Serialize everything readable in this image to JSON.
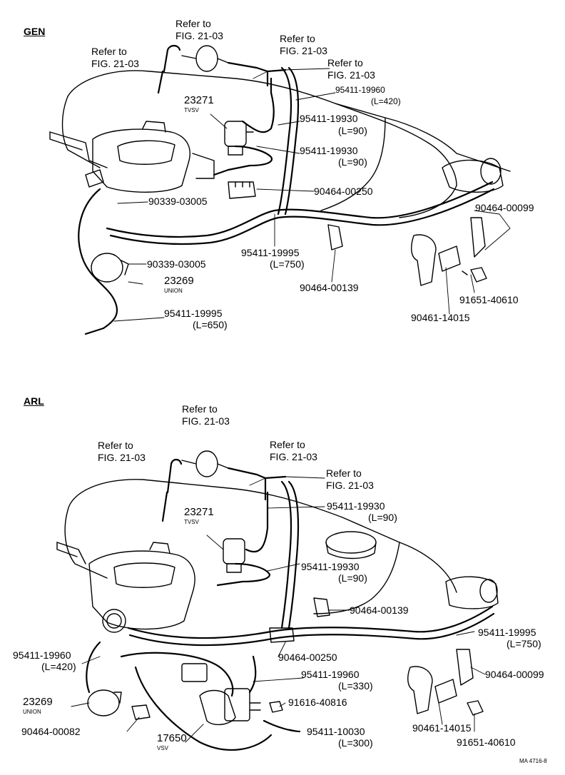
{
  "sections": {
    "gen": {
      "header": "GEN",
      "refer": [
        {
          "l1": "Refer to",
          "l2": "FIG. 21-03"
        },
        {
          "l1": "Refer to",
          "l2": "FIG. 21-03"
        },
        {
          "l1": "Refer to",
          "l2": "FIG. 21-03"
        },
        {
          "l1": "Refer to",
          "l2": "FIG. 21-03"
        }
      ],
      "tvsv_part": "23271",
      "tvsv_label": "TVSV",
      "union_part": "23269",
      "union_label": "UNION",
      "parts": {
        "p95411_19960": "95411-19960",
        "p95411_19960_len": "(L=420)",
        "p95411_19930a": "95411-19930",
        "p95411_19930a_len": "(L=90)",
        "p95411_19930b": "95411-19930",
        "p95411_19930b_len": "(L=90)",
        "p90464_00250": "90464-00250",
        "p90339_03005a": "90339-03005",
        "p90339_03005b": "90339-03005",
        "p95411_19995a": "95411-19995",
        "p95411_19995a_len": "(L=750)",
        "p95411_19995b": "95411-19995",
        "p95411_19995b_len": "(L=650)",
        "p90464_00139": "90464-00139",
        "p90464_00099": "90464-00099",
        "p91651_40610": "91651-40610",
        "p90461_14015": "90461-14015"
      }
    },
    "arl": {
      "header": "ARL",
      "refer": [
        {
          "l1": "Refer to",
          "l2": "FIG. 21-03"
        },
        {
          "l1": "Refer to",
          "l2": "FIG. 21-03"
        },
        {
          "l1": "Refer to",
          "l2": "FIG. 21-03"
        },
        {
          "l1": "Refer to",
          "l2": "FIG. 21-03"
        }
      ],
      "tvsv_part": "23271",
      "tvsv_label": "TVSV",
      "union_part": "23269",
      "union_label": "UNION",
      "vsv_part": "17650",
      "vsv_label": "VSV",
      "parts": {
        "p95411_19930a": "95411-19930",
        "p95411_19930a_len": "(L=90)",
        "p95411_19930b": "95411-19930",
        "p95411_19930b_len": "(L=90)",
        "p90464_00139": "90464-00139",
        "p95411_19995": "95411-19995",
        "p95411_19995_len": "(L=750)",
        "p95411_19960a": "95411-19960",
        "p95411_19960a_len": "(L=420)",
        "p90464_00250": "90464-00250",
        "p90464_00099": "90464-00099",
        "p95411_19960b": "95411-19960",
        "p95411_19960b_len": "(L=330)",
        "p91616_40816": "91616-40816",
        "p90464_00082": "90464-00082",
        "p90461_14015": "90461-14015",
        "p95411_10030": "95411-10030",
        "p95411_10030_len": "(L=300)",
        "p91651_40610": "91651-40610"
      }
    }
  },
  "footer_code": "MA 4716-8"
}
